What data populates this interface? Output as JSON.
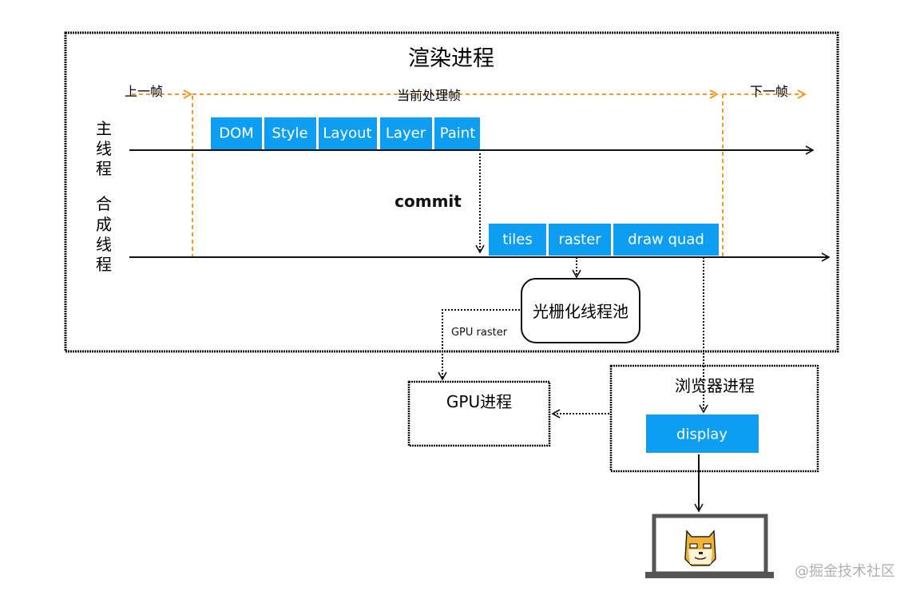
{
  "colors": {
    "block": "#0d9ef2",
    "frame_marker": "#f39a2b",
    "line": "#111111",
    "watermark": "#b0b0b0"
  },
  "render_process": {
    "title": "渲染进程"
  },
  "frames": {
    "prev": "上一帧",
    "current": "当前处理帧",
    "next": "下一帧"
  },
  "main_thread": {
    "label": [
      "主",
      "线",
      "程"
    ],
    "tasks": [
      "DOM",
      "Style",
      "Layout",
      "Layer",
      "Paint"
    ]
  },
  "commit_label": "commit",
  "compositor_thread": {
    "label": [
      "合",
      "成",
      "线",
      "程"
    ],
    "tasks": [
      "tiles",
      "raster",
      "draw quad"
    ]
  },
  "raster_pool": {
    "label": "光栅化线程池"
  },
  "gpu_raster_label": "GPU raster",
  "gpu_process": {
    "title": "GPU进程"
  },
  "browser_process": {
    "title": "浏览器进程",
    "display": "display"
  },
  "monitor": {
    "icon": "doge-icon"
  },
  "watermark": "@掘金技术社区"
}
